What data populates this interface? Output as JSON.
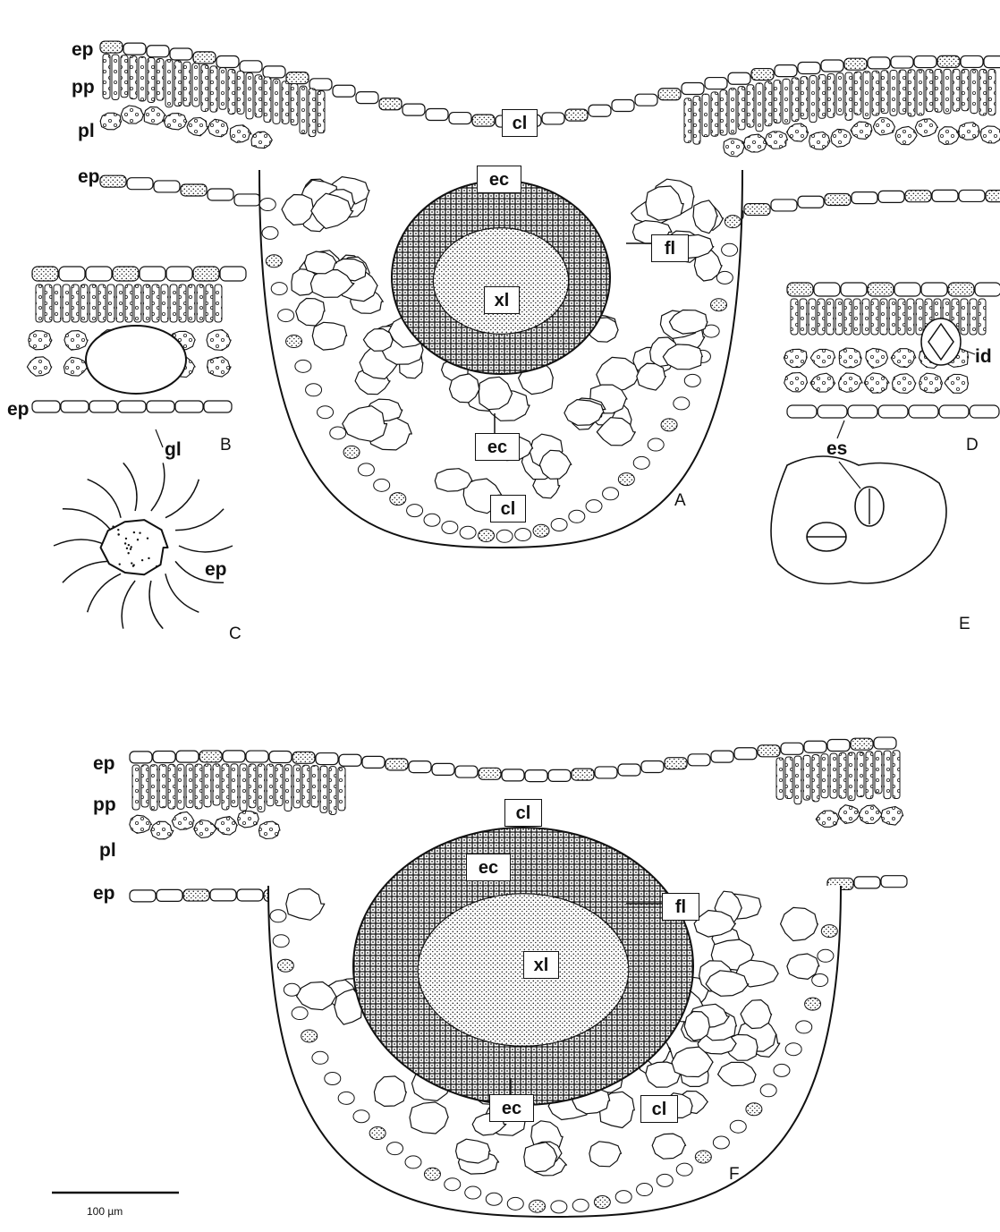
{
  "panels": {
    "A": {
      "panel_letter": "A",
      "side_labels": [
        "ep",
        "pp",
        "pl",
        "ep"
      ],
      "boxed_labels": [
        "cl",
        "ec",
        "fl",
        "xl",
        "ec",
        "cl"
      ]
    },
    "B": {
      "panel_letter": "B",
      "labels": [
        "ep",
        "gl"
      ]
    },
    "C": {
      "panel_letter": "C",
      "labels": [
        "ep"
      ]
    },
    "D": {
      "panel_letter": "D",
      "labels": [
        "id",
        "es"
      ]
    },
    "E": {
      "panel_letter": "E"
    },
    "F": {
      "panel_letter": "F",
      "side_labels": [
        "ep",
        "pp",
        "pl",
        "ep"
      ],
      "boxed_labels": [
        "cl",
        "ec",
        "fl",
        "xl",
        "ec",
        "cl"
      ]
    }
  },
  "scale_bar": {
    "label": "100 µm"
  }
}
